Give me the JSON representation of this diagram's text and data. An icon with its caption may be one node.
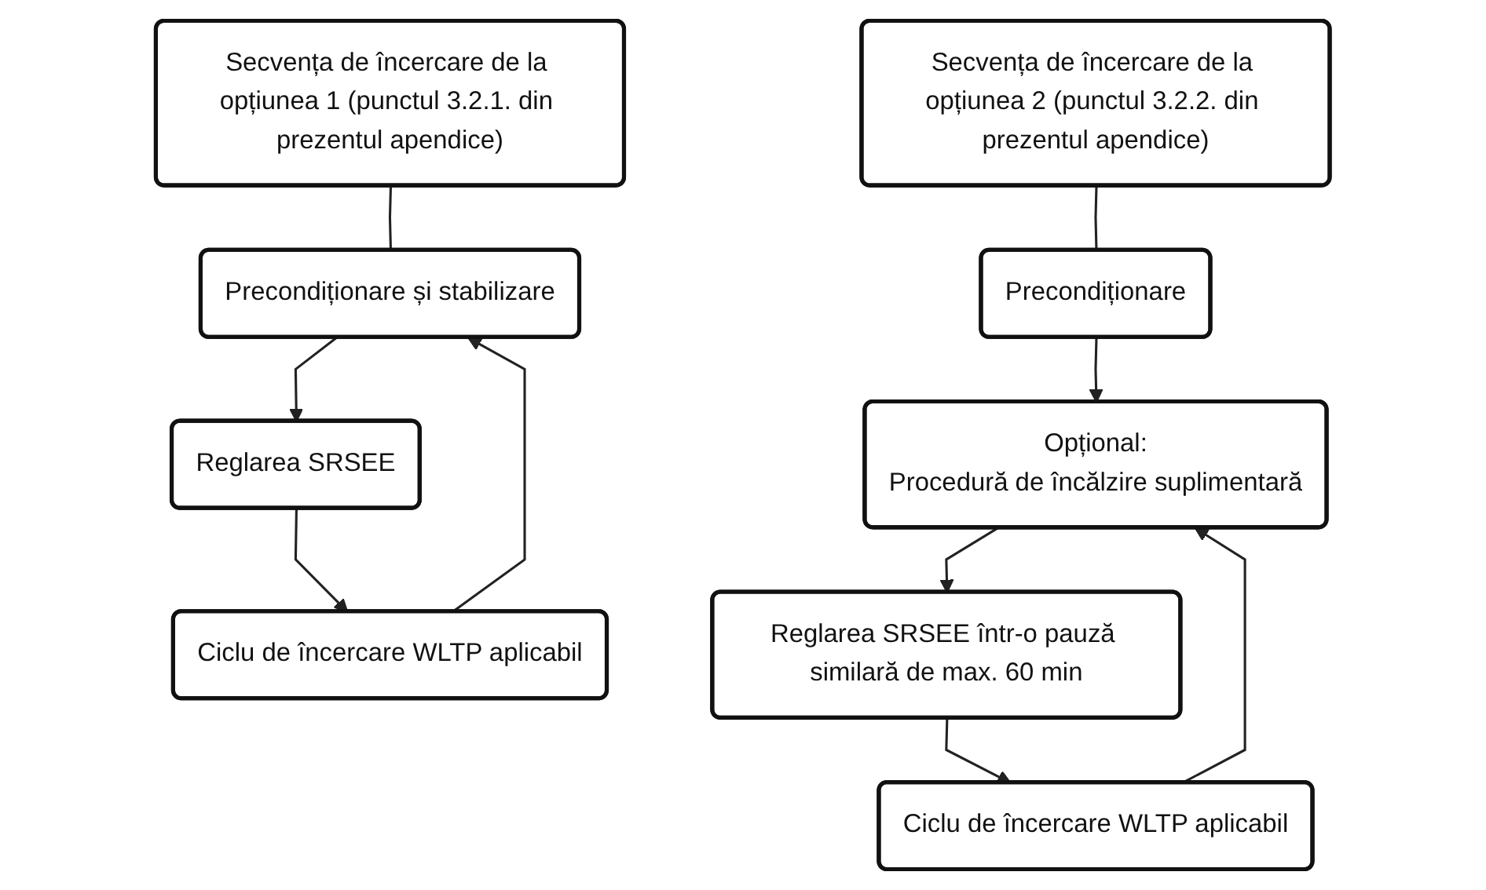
{
  "diagram": {
    "nodes": [
      {
        "text": [
          "Secvența de încercare de la opțiunea 1 (punctul 3.2.1. din prezentul apendice)"
        ]
      },
      {
        "text": [
          "Precondiționare și stabilizare"
        ]
      },
      {
        "text": [
          "Reglarea SRSEE"
        ]
      },
      {
        "text": [
          "Ciclu de încercare WLTP aplicabil"
        ]
      },
      {
        "text": [
          "Secvența de încercare de la opțiunea 2 (punctul 3.2.2. din prezentul apendice)"
        ]
      },
      {
        "text": [
          "Precondiționare"
        ]
      },
      {
        "text": [
          "Opțional:",
          "Procedură de încălzire suplimentară"
        ]
      },
      {
        "text": [
          "Reglarea SRSEE într-o pauză similară de max. 60 min"
        ]
      },
      {
        "text": [
          "Ciclu de încercare WLTP aplicabil"
        ]
      }
    ],
    "edges": [
      {
        "from": 0,
        "to": 1,
        "arrow": "none"
      },
      {
        "from": 1,
        "to": 2,
        "arrow": "to"
      },
      {
        "from": 2,
        "to": 3,
        "arrow": "to"
      },
      {
        "from": 3,
        "to": 1,
        "arrow": "to"
      },
      {
        "from": 4,
        "to": 5,
        "arrow": "none"
      },
      {
        "from": 5,
        "to": 6,
        "arrow": "to"
      },
      {
        "from": 6,
        "to": 7,
        "arrow": "to"
      },
      {
        "from": 7,
        "to": 8,
        "arrow": "to"
      },
      {
        "from": 8,
        "to": 6,
        "arrow": "to"
      }
    ]
  }
}
